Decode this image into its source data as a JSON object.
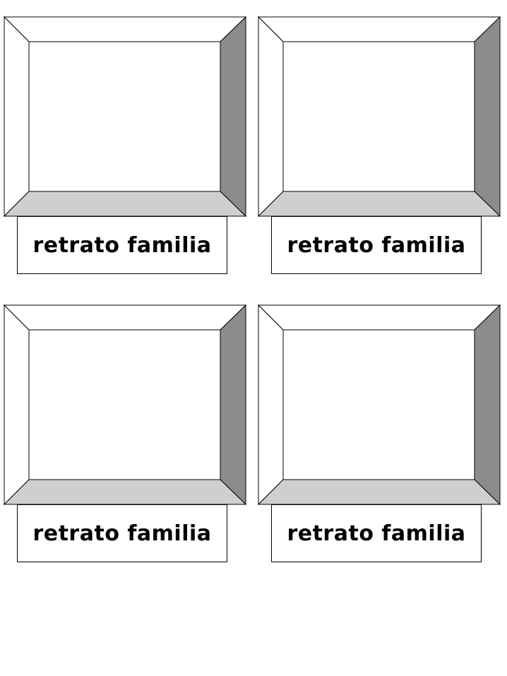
{
  "colors": {
    "frame_outline": "#000000",
    "frame_top": "#ffffff",
    "frame_left": "#ffffff",
    "frame_right": "#8c8c8c",
    "frame_bottom": "#cfcfcf",
    "picture_area": "#ffffff"
  },
  "cards": [
    {
      "label": "retrato familia"
    },
    {
      "label": "retrato familia"
    },
    {
      "label": "retrato familia"
    },
    {
      "label": "retrato familia"
    }
  ]
}
